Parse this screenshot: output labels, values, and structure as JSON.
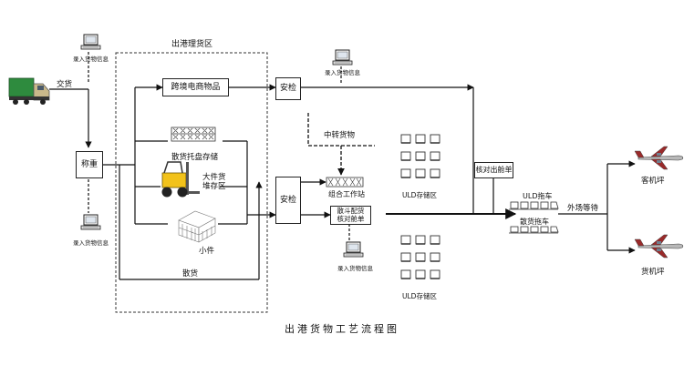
{
  "diagram": {
    "title": "出港货物工艺流程图",
    "zone_title": "出港理货区",
    "labels": {
      "hand_over": "交货",
      "enter_info_top": "录入货物信息",
      "enter_info_left": "录入货物信息",
      "enter_info_mid": "录入货物信息",
      "enter_info_bottom": "录入货物信息",
      "weigh": "称重",
      "cross_border": "跨境电商物品",
      "pallet_storage": "散货托盘存储",
      "large_storage": "大件货\n堆存区",
      "small": "小件",
      "loose_cargo": "散货",
      "security_top": "安检",
      "security_mid": "安检",
      "transfer_cargo": "中转货物",
      "build_station": "组合工作站",
      "uld_storage_top": "ULD存储区",
      "uld_storage_bottom": "ULD存储区",
      "bulk_check": "散斗配货\n核对舱单",
      "verify_manifest": "核对出舱单",
      "uld_trailer": "ULD拖车",
      "bulk_trailer": "散货拖车",
      "apron_wait": "外场等待",
      "passenger_apron": "客机坪",
      "cargo_apron": "货机坪"
    },
    "icons": [
      "truck-icon",
      "computer-icon",
      "pallet-rack-icon",
      "forklift-icon",
      "boxes-icon",
      "uld-container-icon",
      "trailer-icon",
      "airplane-icon"
    ]
  }
}
